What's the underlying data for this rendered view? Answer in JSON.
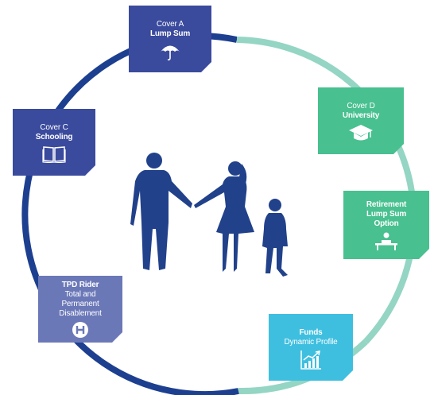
{
  "colors": {
    "ring_navy": "#1d3f8f",
    "ring_mint": "#94d5c3",
    "card_navy": "#3a4a9d",
    "card_teal": "#48c08f",
    "card_periwinkle": "#6b78b8",
    "card_cyan": "#3fbfe0",
    "silhouette": "#21418a"
  },
  "cards": {
    "cover_a": {
      "line1": "Cover A",
      "line2": "Lump Sum",
      "icon": "umbrella-icon"
    },
    "cover_d": {
      "line1": "Cover D",
      "line2": "University",
      "icon": "graduation-cap-icon"
    },
    "cover_c": {
      "line1": "Cover C",
      "line2": "Schooling",
      "icon": "book-icon"
    },
    "retirement": {
      "line1": "Retirement",
      "line2": "Lump Sum",
      "line3": "Option",
      "icon": "person-at-desk-icon"
    },
    "tpd": {
      "line1": "TPD Rider",
      "line2": "Total and",
      "line3": "Permanent",
      "line4": "Disablement",
      "icon": "hospital-h-icon"
    },
    "funds": {
      "line1": "Funds",
      "line2": "Dynamic Profile",
      "icon": "growth-chart-icon"
    }
  },
  "center_image": "family-silhouette"
}
